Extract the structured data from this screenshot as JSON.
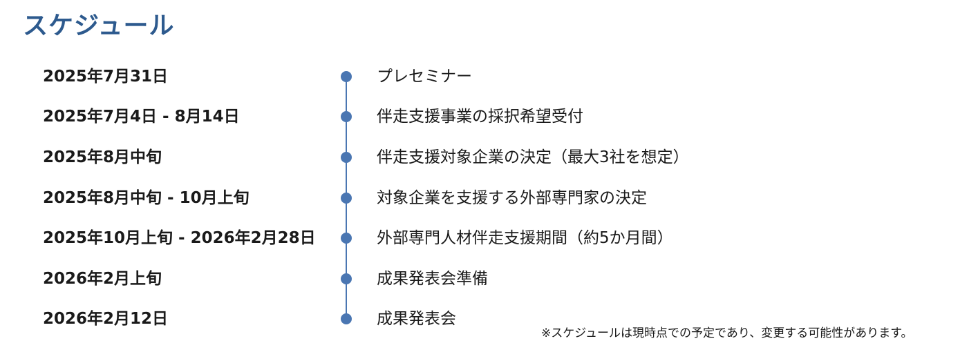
{
  "title": "スケジュール",
  "schedule": [
    {
      "date": "2025年7月31日",
      "event": "プレセミナー"
    },
    {
      "date": "2025年7月4日 - 8月14日",
      "event": "伴走支援事業の採択希望受付"
    },
    {
      "date": "2025年8月中旬",
      "event": "伴走支援対象企業の決定（最大3社を想定）"
    },
    {
      "date": "2025年8月中旬 - 10月上旬",
      "event": "対象企業を支援する外部専門家の決定"
    },
    {
      "date": "2025年10月上旬 - 2026年2月28日",
      "event": "外部専門人材伴走支援期間（約5か月間）"
    },
    {
      "date": "2026年2月上旬",
      "event": "成果発表会準備"
    },
    {
      "date": "2026年2月12日",
      "event": "成果発表会"
    }
  ],
  "note": "※スケジュールは現時点での予定であり、変更する可能性があります。",
  "colors": {
    "title": "#2d5a8e",
    "timeline": "#4a76b2",
    "text": "#1a1a1a"
  }
}
